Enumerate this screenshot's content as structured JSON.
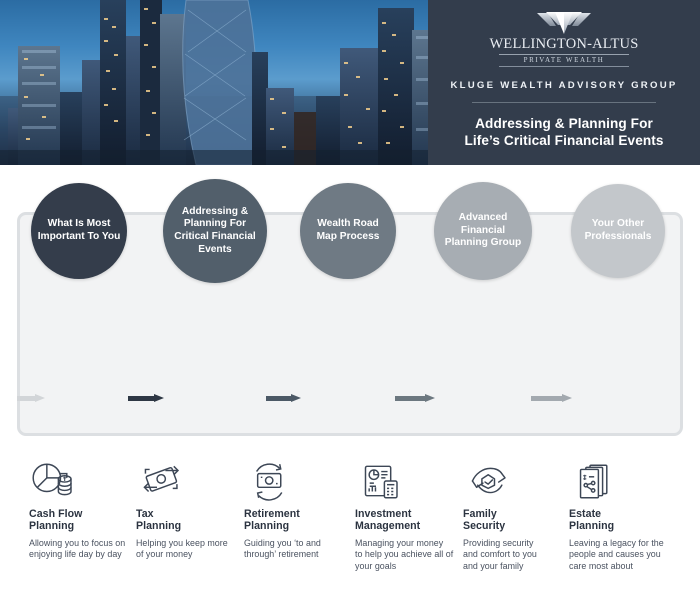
{
  "header": {
    "brand_name": "WELLINGTON-ALTUS",
    "brand_tagline": "PRIVATE WEALTH",
    "group_name": "KLUGE WEALTH ADVISORY GROUP",
    "headline_line1": "Addressing & Planning For",
    "headline_line2": "Life’s Critical Financial Events",
    "panel_color": "#333d4c",
    "logo_icon": "wellington-altus-chevron-w-logo",
    "photo_description": "city-skyline-at-dusk"
  },
  "flow": {
    "nodes": [
      {
        "id": "what-is-most-important-to-you",
        "lines": [
          "What Is Most",
          "Important To You"
        ],
        "color": "#343d4b"
      },
      {
        "id": "addressing-planning-for-critical-financial-events",
        "lines": [
          "Addressing &",
          "Planning For",
          "Critical Financial",
          "Events"
        ],
        "color": "#525f6b"
      },
      {
        "id": "wealth-road-map-process",
        "lines": [
          "Wealth Road",
          "Map Process"
        ],
        "color": "#6f7a84"
      },
      {
        "id": "advanced-financial-planning-group",
        "lines": [
          "Advanced",
          "Financial",
          "Planning Group"
        ],
        "color": "#a7adb3"
      },
      {
        "id": "your-other-professionals",
        "lines": [
          "Your Other",
          "Professionals"
        ],
        "color": "#c3c7cb"
      }
    ],
    "arrow_colors": [
      "#d2d5d8",
      "#2e3744",
      "#4c5966",
      "#6c777f",
      "#a3a9af"
    ],
    "loop_border_color": "#dcdfe2",
    "loop_fill_color": "#f2f3f4"
  },
  "services": [
    {
      "icon": "pie-chart-coins-icon",
      "title_line1": "Cash Flow",
      "title_line2": "Planning",
      "desc_line1": "Allowing you to focus on",
      "desc_line2": "enjoying life day by day"
    },
    {
      "icon": "banknote-arrows-icon",
      "title_line1": "Tax",
      "title_line2": "Planning",
      "desc_line1": "Helping you keep more",
      "desc_line2": "of your money"
    },
    {
      "icon": "money-cycle-icon",
      "title_line1": "Retirement",
      "title_line2": "Planning",
      "desc_line1": "Guiding you ‘to and",
      "desc_line2": "through’ retirement"
    },
    {
      "icon": "financial-report-documents-icon",
      "title_line1": "Investment",
      "title_line2": "Management",
      "desc_line1": "Managing your money",
      "desc_line2": "to help you achieve all of",
      "desc_line3": "your goals"
    },
    {
      "icon": "protecting-hands-icon",
      "title_line1": "Family",
      "title_line2": "Security",
      "desc_line1": "Providing security",
      "desc_line2": "and comfort to you",
      "desc_line3": "and your family"
    },
    {
      "icon": "estate-documents-icon",
      "title_line1": "Estate",
      "title_line2": "Planning",
      "desc_line1": "Leaving a legacy for the",
      "desc_line2": "people and causes you",
      "desc_line3": "care most about"
    }
  ],
  "colors": {
    "ink": "#2b3340",
    "body_text": "#4a5260",
    "icon_stroke": "#3d4756"
  }
}
